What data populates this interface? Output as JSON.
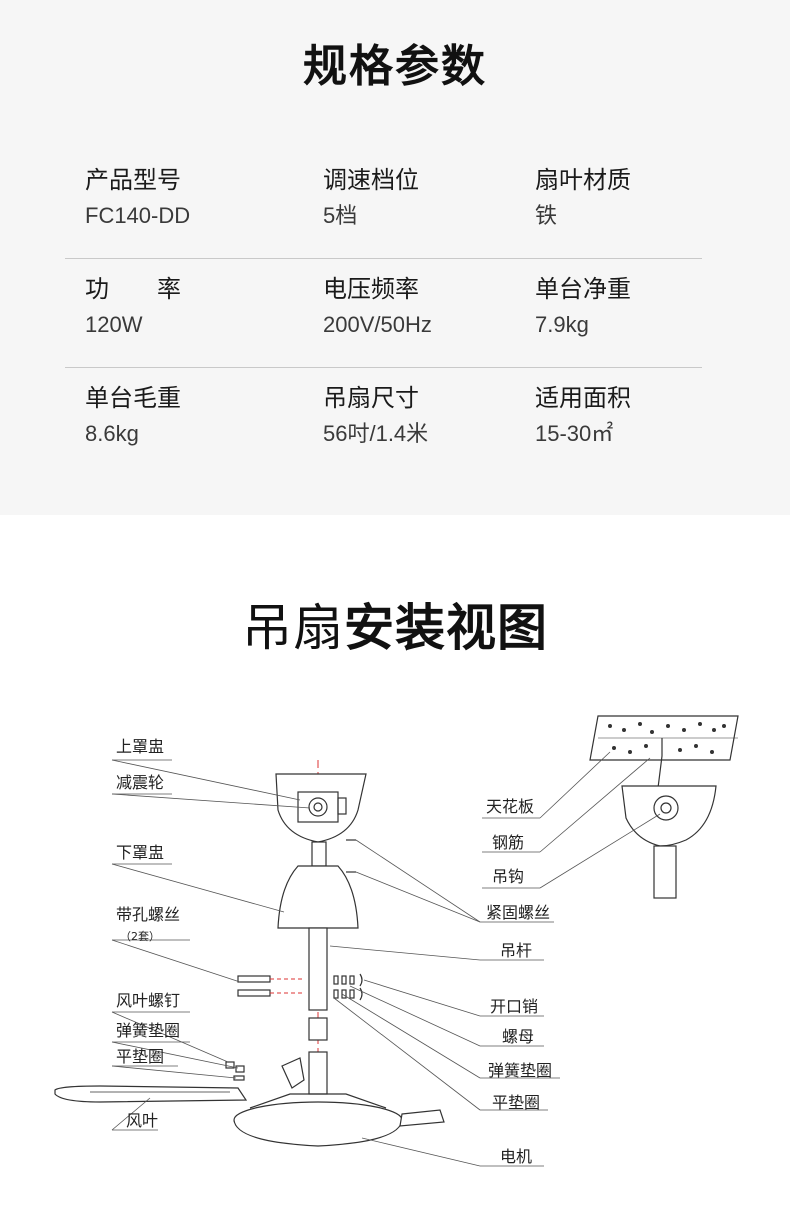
{
  "specs": {
    "title": "规格参数",
    "rows": [
      [
        {
          "label": "产品型号",
          "value": "FC140-DD"
        },
        {
          "label": "调速档位",
          "value": "5档"
        },
        {
          "label": "扇叶材质",
          "value": "铁"
        }
      ],
      [
        {
          "label": "功　　率",
          "value": "120W"
        },
        {
          "label": "电压频率",
          "value": "200V/50Hz"
        },
        {
          "label": "单台净重",
          "value": "7.9kg"
        }
      ],
      [
        {
          "label": "单台毛重",
          "value": "8.6kg"
        },
        {
          "label": "吊扇尺寸",
          "value": "56吋/1.4米"
        },
        {
          "label": "适用面积",
          "value": "15-30㎡"
        }
      ]
    ]
  },
  "install": {
    "title_light": "吊扇",
    "title_bold": "安装视图",
    "left_labels": {
      "upper_cover": "上罩盅",
      "shock_wheel": "减震轮",
      "lower_cover": "下罩盅",
      "hole_screw": "带孔螺丝",
      "hole_screw_note": "（2套）",
      "blade_screw": "风叶螺钉",
      "spring_washer": "弹簧垫圈",
      "flat_washer": "平垫圈",
      "blade": "风叶"
    },
    "right_labels": {
      "ceiling": "天花板",
      "rebar": "钢筋",
      "hook": "吊钩",
      "set_screw": "紧固螺丝",
      "rod": "吊杆",
      "cotter_pin": "开口销",
      "nut": "螺母",
      "spring_washer": "弹簧垫圈",
      "flat_washer": "平垫圈",
      "motor": "电机"
    }
  }
}
